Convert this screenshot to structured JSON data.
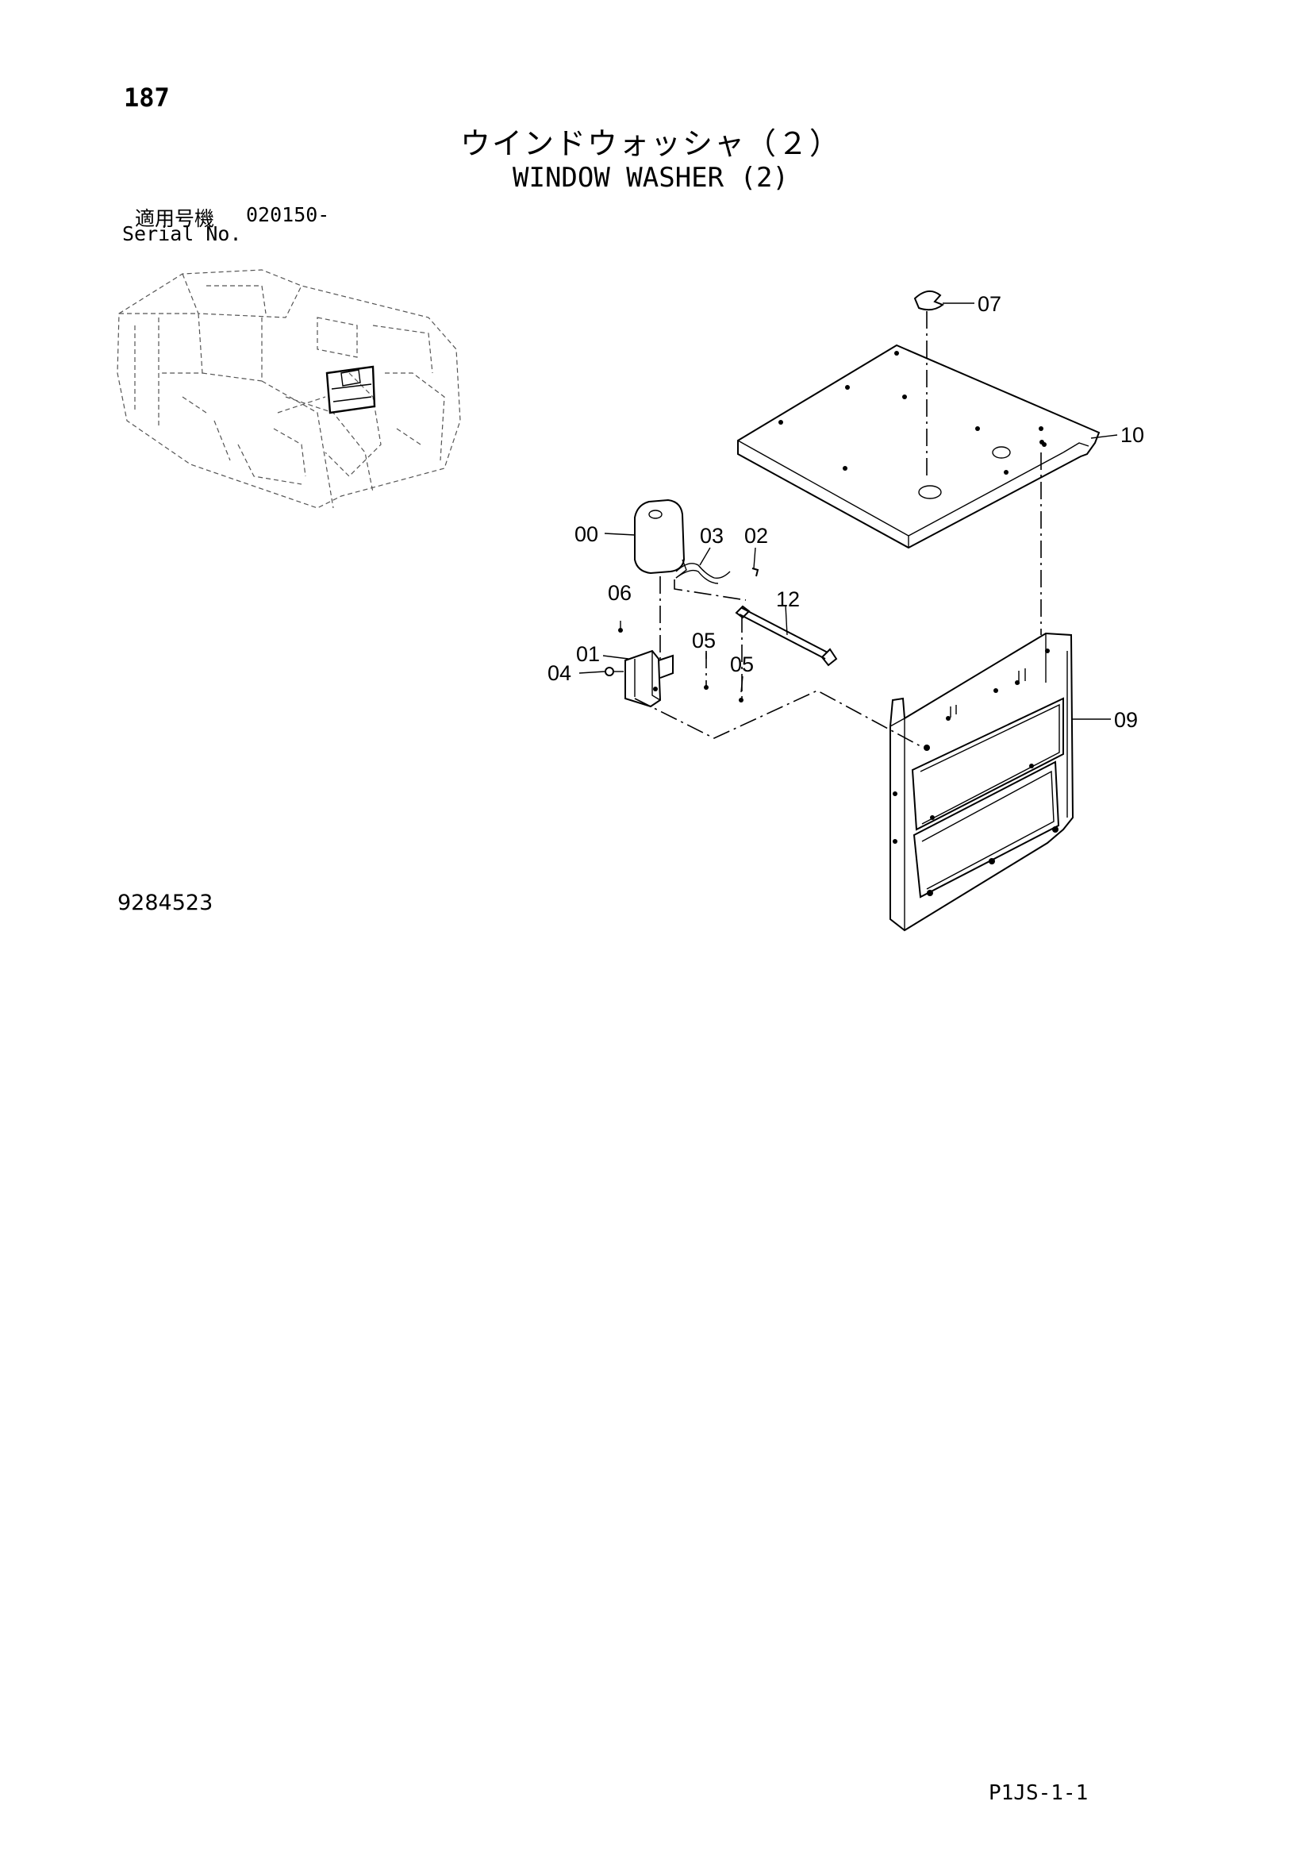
{
  "page_number": "187",
  "title_jp": "ウインドウォッシャ（２）",
  "title_en": "WINDOW WASHER (2)",
  "serial": {
    "label_jp": "適用号機",
    "value": "020150-",
    "label_en": "Serial No."
  },
  "callouts": {
    "c00": "00",
    "c01": "01",
    "c02": "02",
    "c03": "03",
    "c04": "04",
    "c05a": "05",
    "c05b": "05",
    "c06": "06",
    "c07": "07",
    "c09": "09",
    "c10": "10",
    "c12": "12"
  },
  "figure_number": "9284523",
  "page_code": "P1JS-1-1"
}
